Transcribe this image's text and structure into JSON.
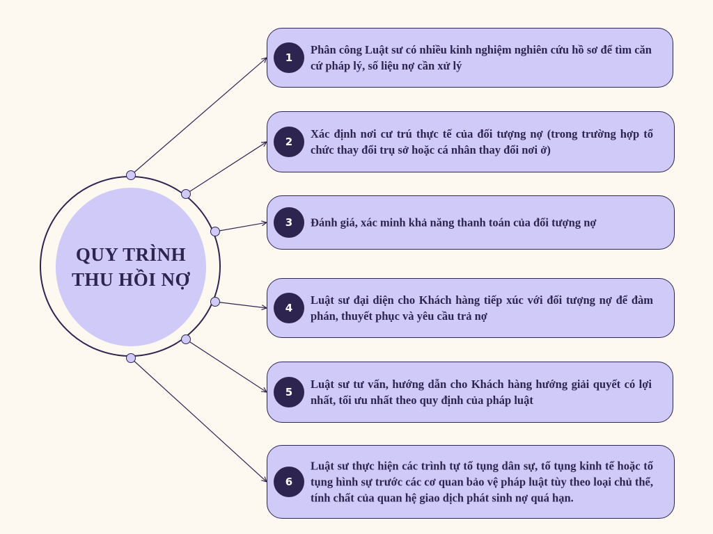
{
  "diagram": {
    "hub_title_lines": [
      "QUY TRÌNH",
      "THU HỒI NỢ"
    ],
    "colors": {
      "background": "#fdf9f1",
      "fill": "#cfcaf8",
      "dark": "#2e2450"
    },
    "steps": [
      {
        "number": "1",
        "text": "Phân công Luật sư có nhiều kinh nghiệm nghiên cứu hồ sơ để tìm căn cứ pháp lý, số liệu nợ cần xử lý"
      },
      {
        "number": "2",
        "text": "Xác định nơi cư trú thực tế của đối tượng nợ (trong trường hợp tổ chức thay đổi trụ sở hoặc cá nhân thay đổi nơi ở)"
      },
      {
        "number": "3",
        "text": "Đánh giá, xác minh khả năng thanh toán của đối tượng nợ"
      },
      {
        "number": "4",
        "text": "Luật sư đại diện cho Khách hàng tiếp xúc với đối tượng nợ để đàm phán, thuyết phục và yêu cầu trả nợ"
      },
      {
        "number": "5",
        "text": "Luật sư tư vấn, hướng dẫn cho Khách hàng hướng giải quyết có lợi nhất, tối ưu nhất theo quy định của pháp luật"
      },
      {
        "number": "6",
        "text": "Luật sư thực hiện các trình tự tố tụng dân sự, tố tụng kinh tế hoặc tố tụng hình sự trước các cơ quan bảo vệ pháp luật tùy theo loại chủ thể, tính chất của quan hệ giao dịch phát sinh nợ quá hạn."
      }
    ]
  }
}
